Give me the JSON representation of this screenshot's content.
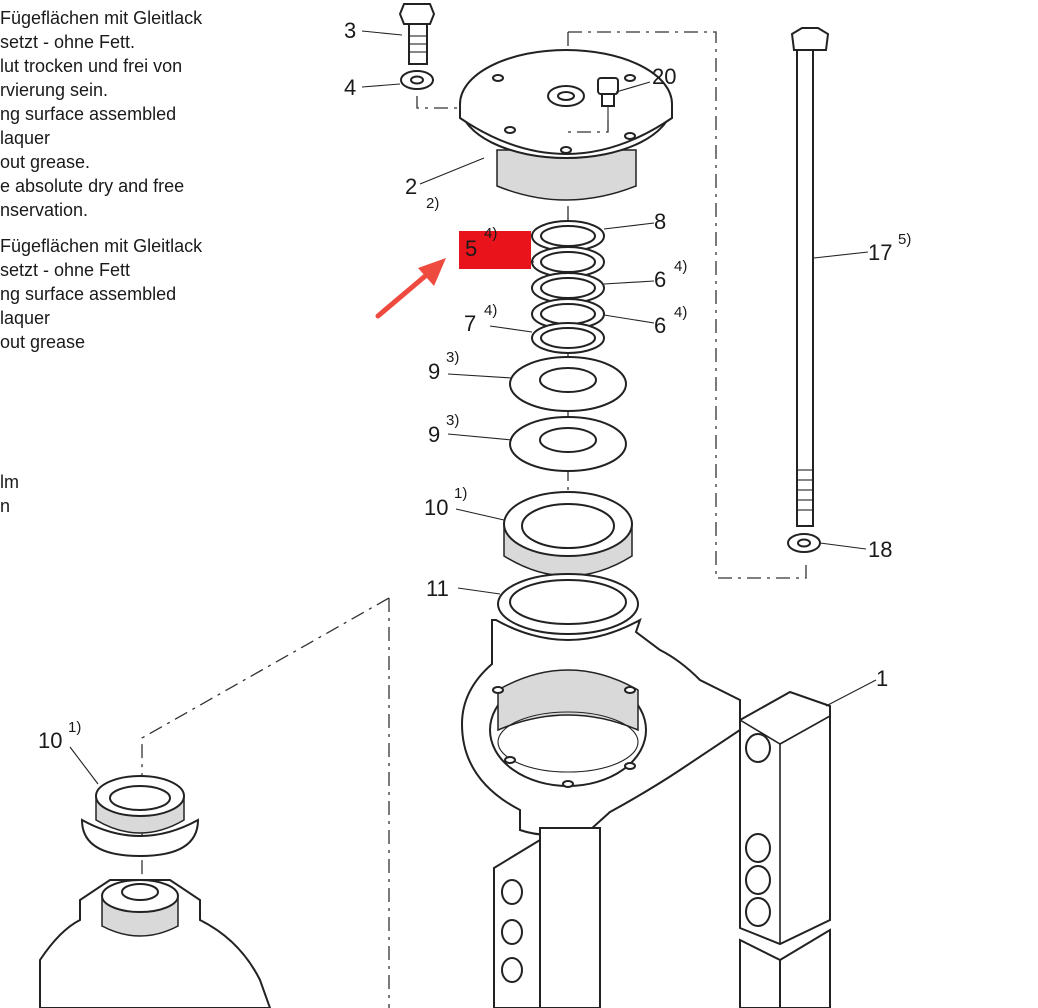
{
  "notes": {
    "block1": [
      "Fügeflächen mit Gleitlack",
      "setzt - ohne Fett.",
      "lut trocken und frei von",
      "rvierung sein.",
      "ng surface assembled",
      "laquer",
      "out grease.",
      "e absolute dry and free",
      "nservation."
    ],
    "block2": [
      "Fügeflächen mit Gleitlack",
      "setzt - ohne Fett",
      "ng surface assembled",
      "laquer",
      "out grease"
    ],
    "block3": [
      "lm",
      "n"
    ]
  },
  "callouts": {
    "c3": {
      "num": "3",
      "sup": ""
    },
    "c4": {
      "num": "4",
      "sup": ""
    },
    "c20": {
      "num": "20",
      "sup": ""
    },
    "c2": {
      "num": "2",
      "sup": "2)"
    },
    "c8": {
      "num": "8",
      "sup": ""
    },
    "c5": {
      "num": "5",
      "sup": "4)"
    },
    "c6a": {
      "num": "6",
      "sup": "4)"
    },
    "c6b": {
      "num": "6",
      "sup": "4)"
    },
    "c7": {
      "num": "7",
      "sup": "4)"
    },
    "c9a": {
      "num": "9",
      "sup": "3)"
    },
    "c9b": {
      "num": "9",
      "sup": "3)"
    },
    "c10": {
      "num": "10",
      "sup": "1)"
    },
    "c10b": {
      "num": "10",
      "sup": "1)"
    },
    "c11": {
      "num": "11",
      "sup": ""
    },
    "c17": {
      "num": "17",
      "sup": "5)"
    },
    "c18": {
      "num": "18",
      "sup": ""
    },
    "c1": {
      "num": "1",
      "sup": ""
    }
  },
  "highlight": {
    "color": "#e8131b",
    "target_callout": "5"
  },
  "arrow": {
    "color": "#ef4a3f",
    "direction": "points-up-right-toward-highlight"
  }
}
